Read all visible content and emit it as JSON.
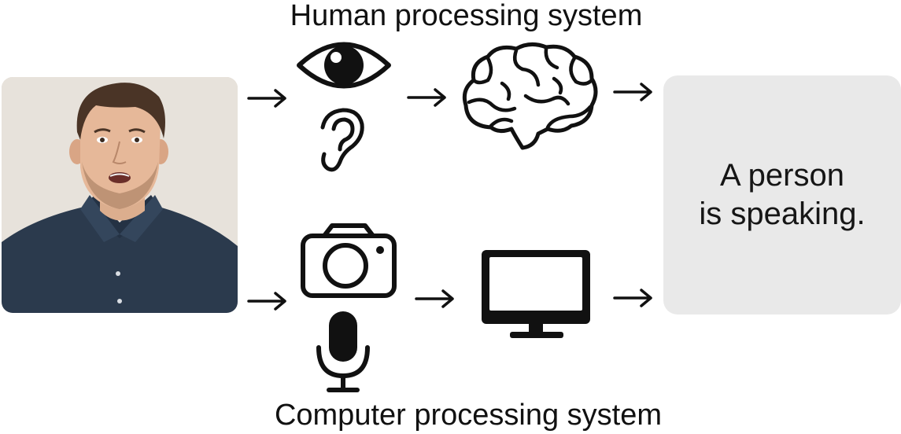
{
  "titles": {
    "human": "Human processing system",
    "computer": "Computer processing system"
  },
  "result": {
    "line1": "A person",
    "line2": "is speaking."
  },
  "icons": {
    "human_row": [
      "eye-icon",
      "ear-icon",
      "brain-icon"
    ],
    "computer_row": [
      "camera-icon",
      "microphone-icon",
      "monitor-icon"
    ],
    "connector": "arrow-right-icon"
  },
  "colors": {
    "ink": "#111111",
    "result_box": "#e9e9e9",
    "photo_bg": "#e3ded6",
    "shirt": "#2b3a4d"
  }
}
